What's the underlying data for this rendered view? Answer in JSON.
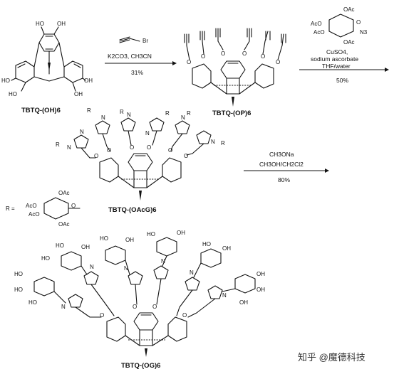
{
  "compounds": {
    "c1": "TBTQ-(OH)6",
    "c2": "TBTQ-(OP)6",
    "c3": "TBTQ-(OAcG)6",
    "c4": "TBTQ-(OG)6"
  },
  "atoms": {
    "OH": "OH",
    "HO": "HO",
    "O": "O",
    "N": "N",
    "R": "R",
    "OAc": "OAc",
    "AcO": "AcO",
    "N3": "N3",
    "Br": "Br"
  },
  "steps": [
    {
      "reagent_above": "Br",
      "conditions": [
        "K2CO3, CH3CN"
      ],
      "yield": "31%"
    },
    {
      "reagent_above": "glucosyl azide (OAc)4",
      "conditions": [
        "CuSO4,",
        "sodium ascorbate",
        "THF/water"
      ],
      "yield": "50%"
    },
    {
      "conditions": [
        "CH3ONa",
        "CH3OH/CH2Cl2"
      ],
      "yield": "80%"
    }
  ],
  "r_definition": "R =",
  "watermark": "知乎 @魔德科技"
}
